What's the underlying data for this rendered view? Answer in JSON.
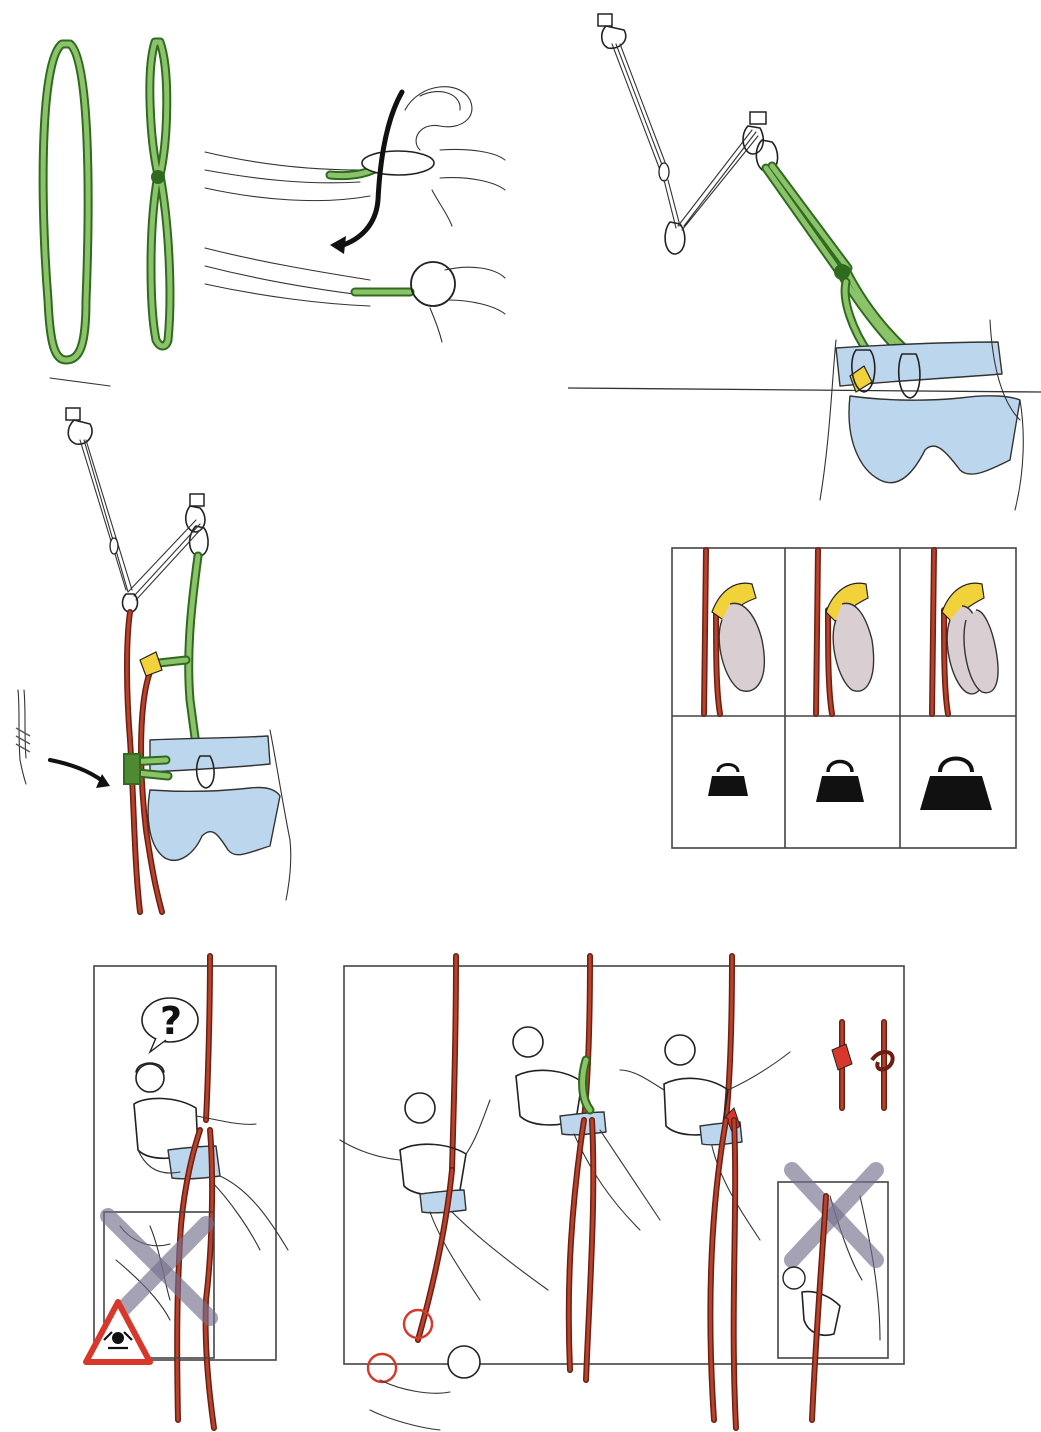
{
  "figure": {
    "question_mark": "?"
  },
  "colors": {
    "sling_dark": "#2f6b1f",
    "sling_light": "#8cc36a",
    "rope_dark": "#6d1e12",
    "rope_light": "#b8432c",
    "harness_fill": "#bcd6ee",
    "device_yellow": "#f2d23a",
    "warning_red": "#d8382b",
    "cross_gray": "#76708f"
  },
  "panels": [
    {
      "id": "sling-types",
      "icon": "sling-icon"
    },
    {
      "id": "girth-hitch",
      "icon": "girth-hitch-icon"
    },
    {
      "id": "anchor-tether-harness",
      "icon": "harness-icon"
    },
    {
      "id": "rappel-setup",
      "icon": "rappel-device-icon"
    },
    {
      "id": "device-load-grid",
      "icon": "weight-icon",
      "load_levels": [
        "light",
        "medium",
        "heavy"
      ]
    },
    {
      "id": "stuck-rappeller",
      "icon": "question-icon"
    },
    {
      "id": "rappel-sequence",
      "icon": "climber-icon"
    }
  ],
  "warning": {
    "icon": "danger-triangle-icon"
  }
}
